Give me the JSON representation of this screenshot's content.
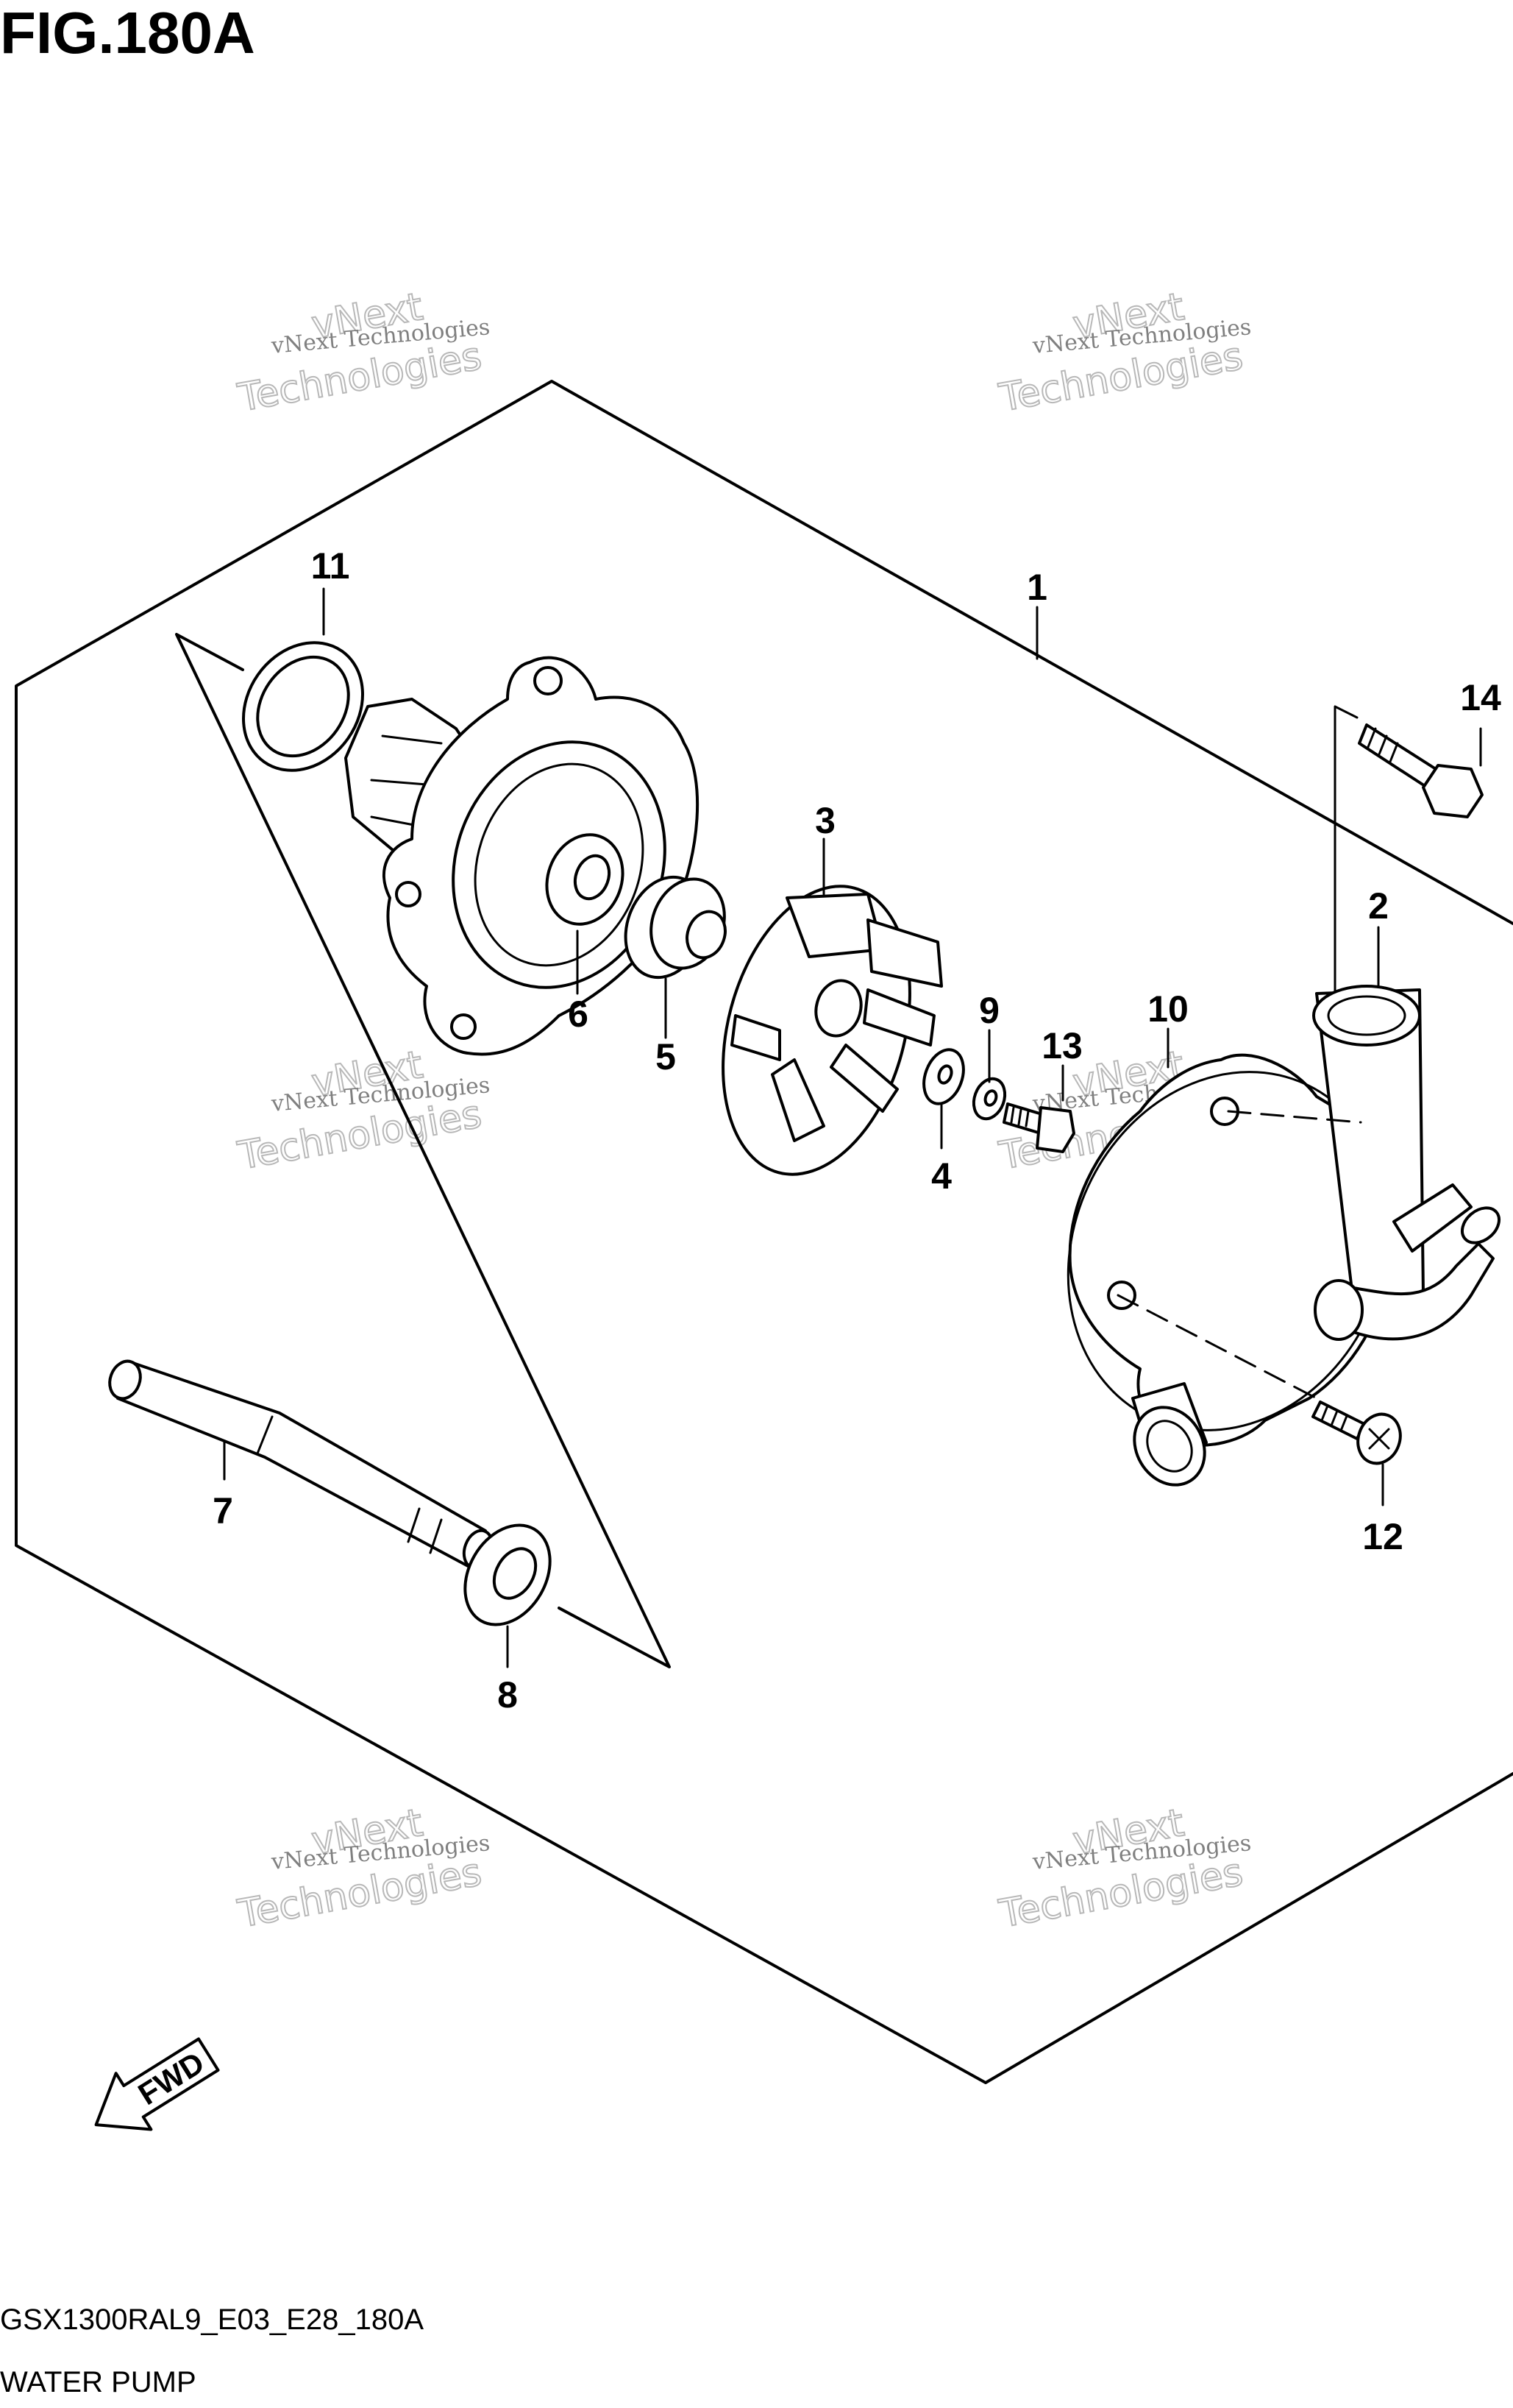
{
  "figure_title": "FIG.180A",
  "footer": {
    "code": "GSX1300RAL9_E03_E28_180A",
    "name": "WATER PUMP"
  },
  "direction_badge": "FWD",
  "watermark": {
    "line1": "vNext Technologies",
    "line2": "vNext",
    "line3": "Technologies"
  },
  "callouts": {
    "c1": "1",
    "c2": "2",
    "c3": "3",
    "c4": "4",
    "c5": "5",
    "c6": "6",
    "c7": "7",
    "c8": "8",
    "c9": "9",
    "c10": "10",
    "c11": "11",
    "c12": "12",
    "c13": "13",
    "c14": "14"
  }
}
